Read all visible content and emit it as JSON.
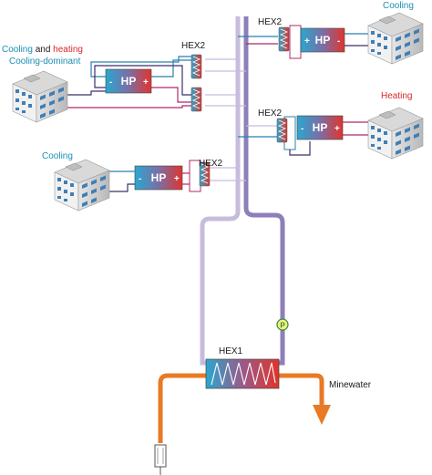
{
  "colors": {
    "cooling_text": "#1a8fb5",
    "heating_text": "#d8262a",
    "black_text": "#1a1a1a",
    "cold_pipe": "#c8bcdc",
    "warm_pipe": "#8e7fb8",
    "hp_cold": "#2aa7cf",
    "hp_hot": "#e0342c",
    "minewater": "#e97a25",
    "loop_cold": "#2b7fb0",
    "loop_warm": "#b1286a",
    "loop_dark": "#3c2f6b"
  },
  "labels": {
    "cooling_left": "Cooling",
    "and_word": " and ",
    "heating_left": "heating",
    "cooling_dominant": "Cooling-dominant",
    "cooling_top_right": "Cooling",
    "heating_right": "Heating",
    "cooling_bottom_left": "Cooling",
    "hex2": "HEX2",
    "hex1": "HEX1",
    "minewater": "Minewater",
    "pump": "P",
    "hp": "HP",
    "minus": "-",
    "plus": "+"
  }
}
